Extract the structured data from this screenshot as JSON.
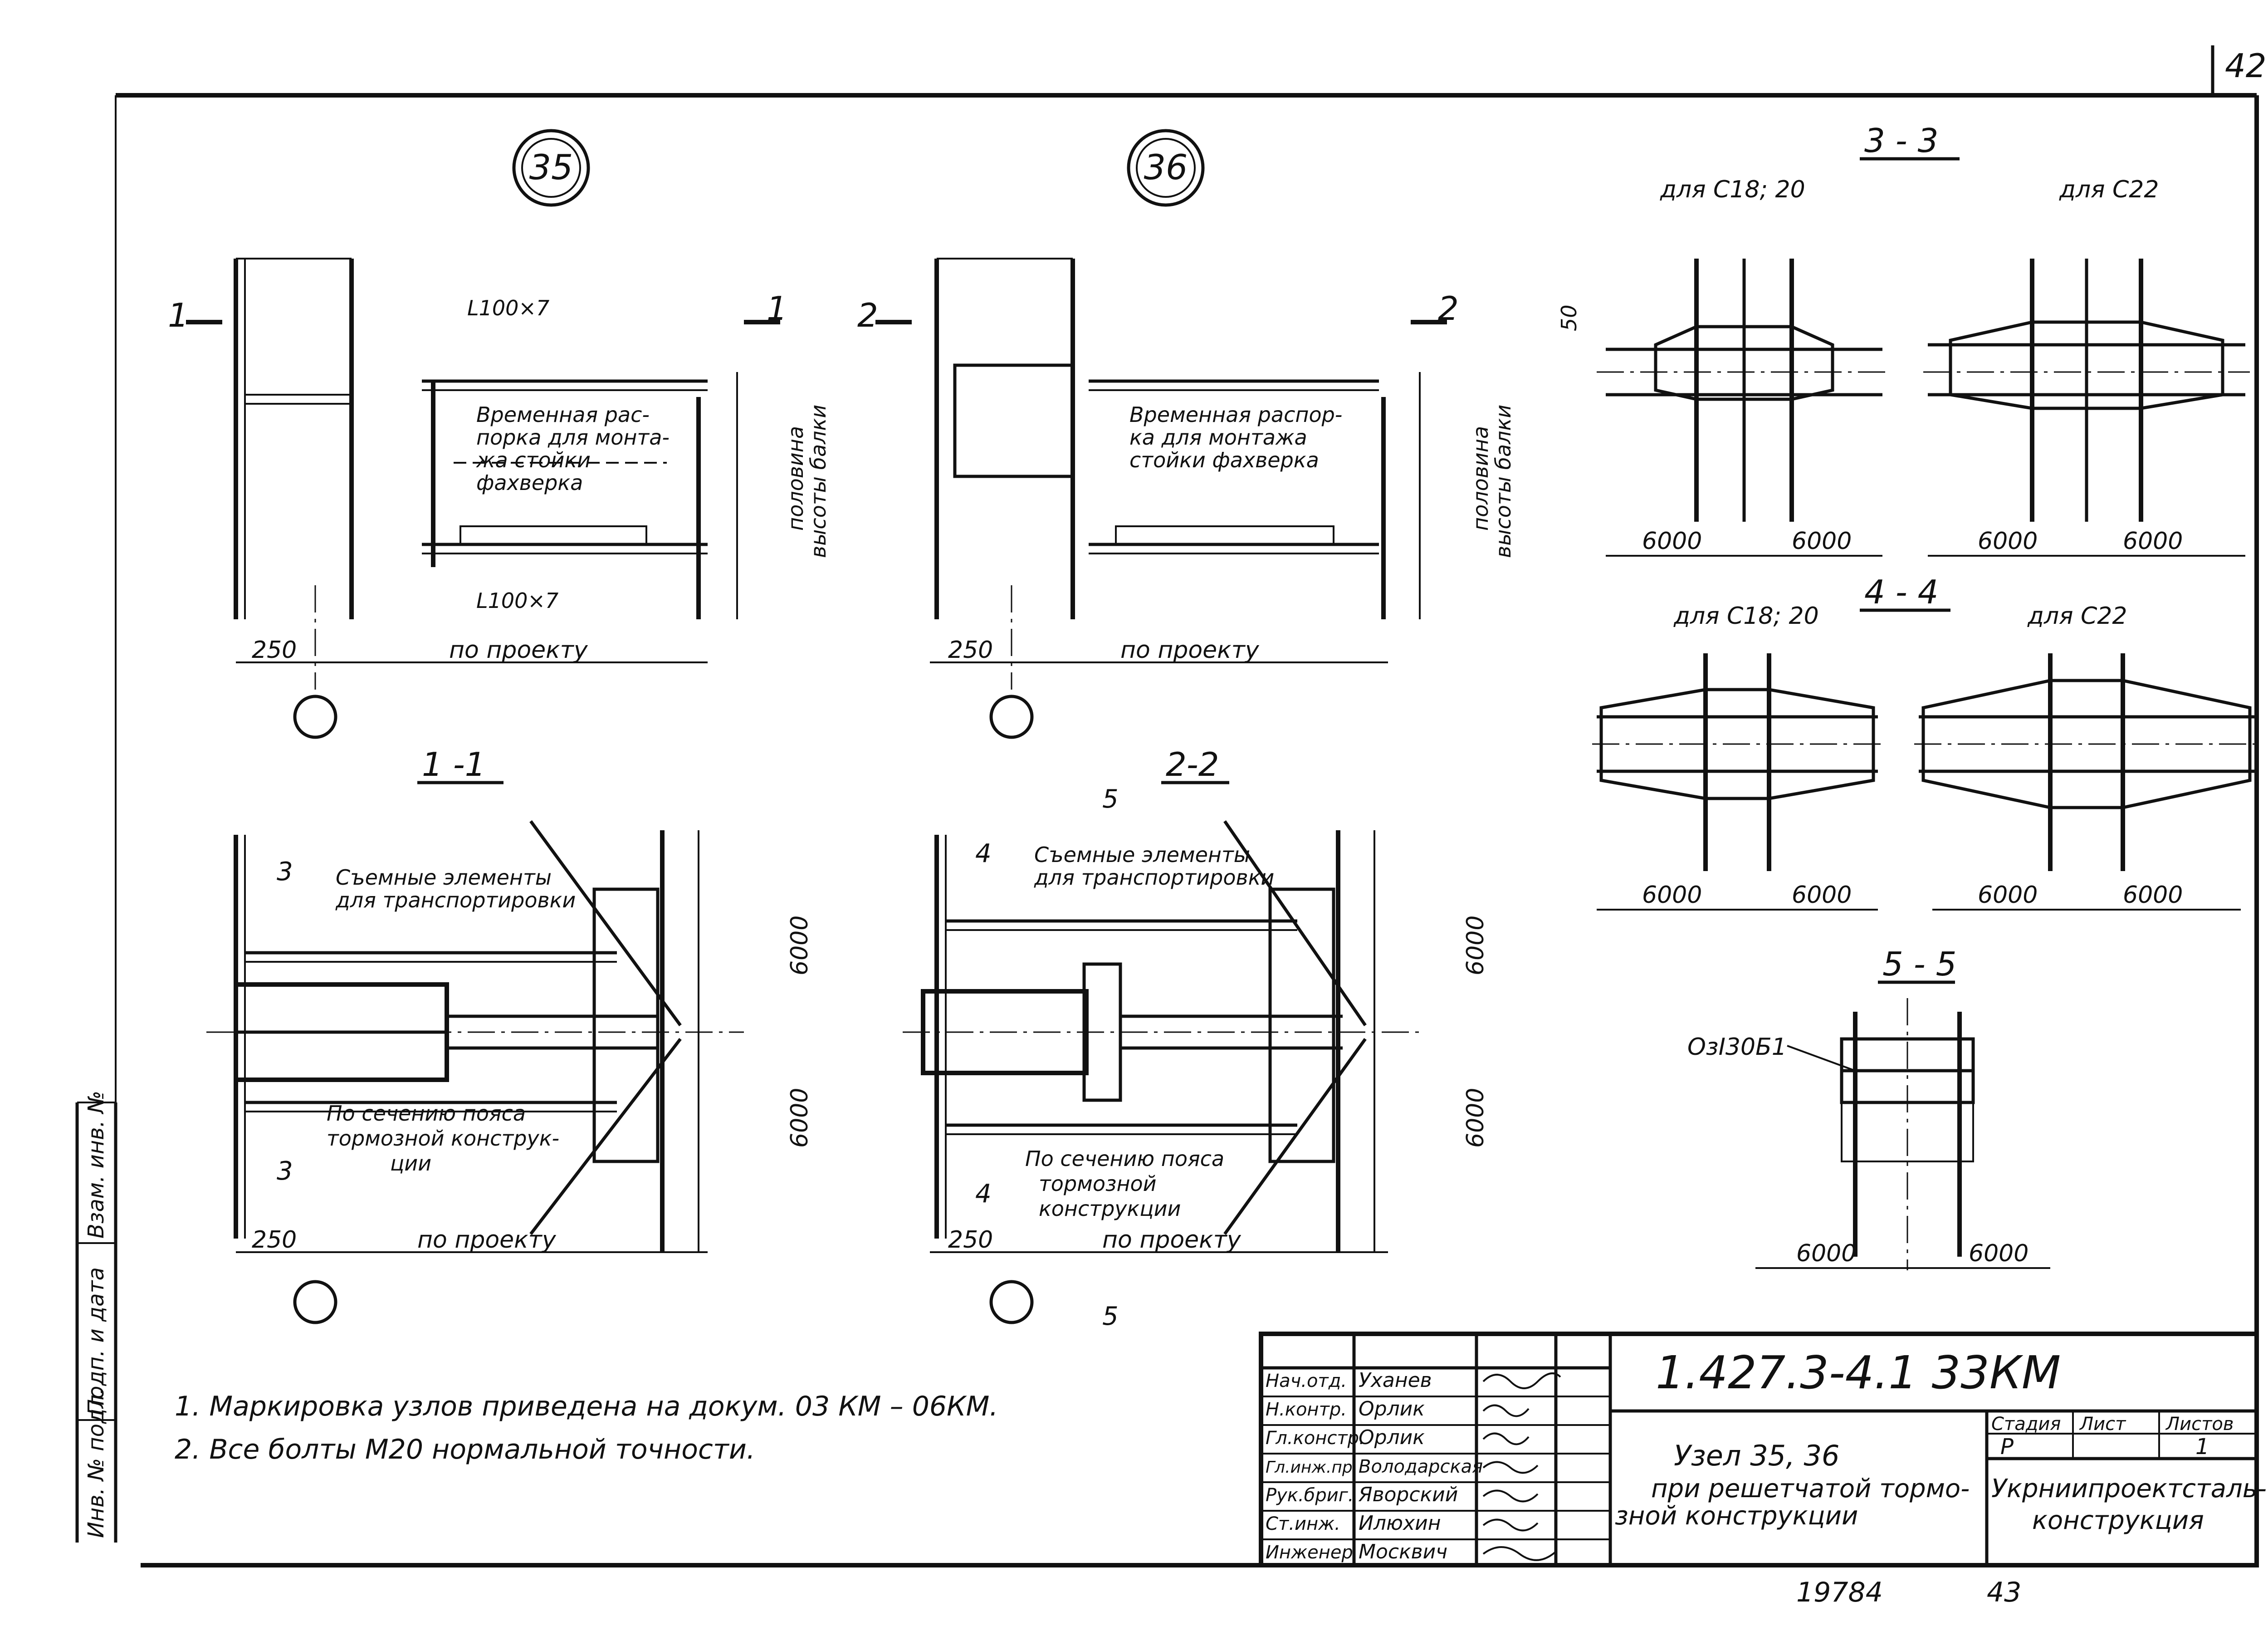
{
  "sheet": {
    "number": "42"
  },
  "nodes": {
    "node_a": "35",
    "node_b": "36"
  },
  "section_marks": {
    "s1": "1",
    "s2": "2",
    "s3": "3",
    "s4": "4",
    "s5": "5"
  },
  "sections": {
    "s11": "1 -1",
    "s22": "2-2",
    "s33": "3 - 3",
    "s44": "4 - 4",
    "s55": "5 - 5",
    "for_c18_20": "для С18; 20",
    "for_c22": "для С22"
  },
  "labels": {
    "angle": "L100×7",
    "temp_strut_35": [
      "Временная рас-",
      "порка для монта-",
      "жа стойки",
      "фахверка"
    ],
    "temp_strut_36": [
      "Временная распор-",
      "ка для монтажа",
      "стойки фахверка"
    ],
    "half_beam": [
      "половина",
      "высоты балки"
    ],
    "removable": [
      "Съемные элементы",
      "для транспортировки"
    ],
    "by_belt_35": [
      "По сечению пояса",
      "тормозной конструк-",
      "ции"
    ],
    "by_belt_36": [
      "По сечению пояса",
      "тормозной",
      "конструкции"
    ],
    "beam_5_5": "ОзI30Б1",
    "dim_50": "50"
  },
  "dims": {
    "d250": "250",
    "by_project": "по проекту",
    "d6000": "6000"
  },
  "notes": [
    "1. Маркировка узлов приведена на докум. 03 КМ – 06КМ.",
    "2. Все болты М20 нормальной точности."
  ],
  "side_stamp": {
    "col1": "Подп. и дата",
    "col2": "Взам. инв. №",
    "col3": "Инв. № подл."
  },
  "title_block": {
    "code": "1.427.3-4.1   33КМ",
    "rows": [
      {
        "role": "Нач.отд.",
        "name": "Уханев"
      },
      {
        "role": "Н.контр.",
        "name": "Орлик"
      },
      {
        "role": "Гл.констр.",
        "name": "Орлик"
      },
      {
        "role": "Гл.инж.пр.",
        "name": "Володарская"
      },
      {
        "role": "Рук.бриг.",
        "name": "Яворский"
      },
      {
        "role": "Ст.инж.",
        "name": "Илюхин"
      },
      {
        "role": "Инженер",
        "name": "Москвич"
      }
    ],
    "stage_label": "Стадия",
    "sheet_label": "Лист",
    "sheets_label": "Листов",
    "stage": "Р",
    "sheet": "1",
    "title_lines": [
      "Узел 35, 36",
      "при решетчатой тормо-",
      "зной конструкции"
    ],
    "org_lines": [
      "Укрниипроектсталь-",
      "конструкция"
    ]
  },
  "footer": {
    "archive_no": "19784",
    "page": "43"
  }
}
